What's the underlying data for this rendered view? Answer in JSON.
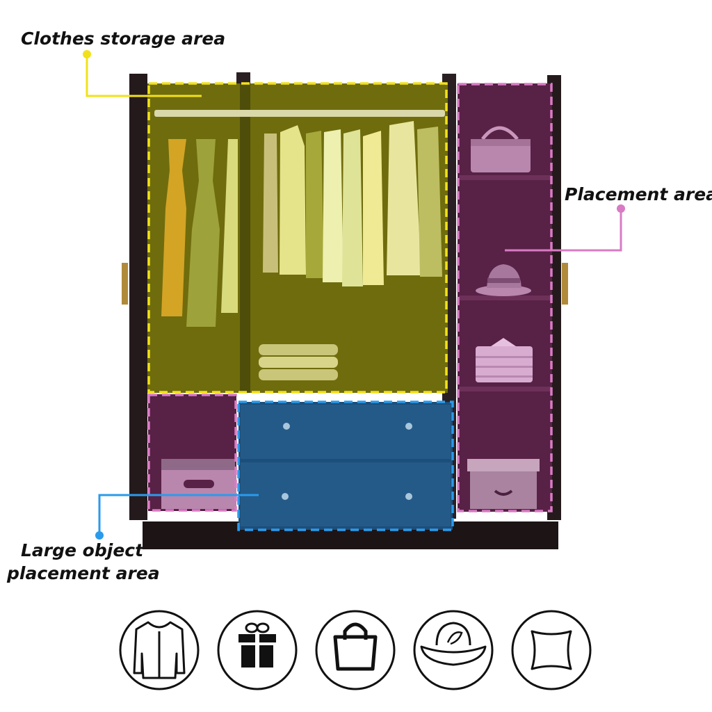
{
  "labels": {
    "clothes_storage": "Clothes storage area",
    "placement": "Placement area",
    "large_object_line1": "Large object",
    "large_object_line2": "placement area"
  },
  "zone_colors": {
    "clothes_storage": "#f2e11a",
    "placement": "#d97ac4",
    "large_object": "#2a9bec"
  },
  "icons": [
    "cardigan-icon",
    "gift-icon",
    "handbag-icon",
    "hat-icon",
    "pillow-icon"
  ]
}
